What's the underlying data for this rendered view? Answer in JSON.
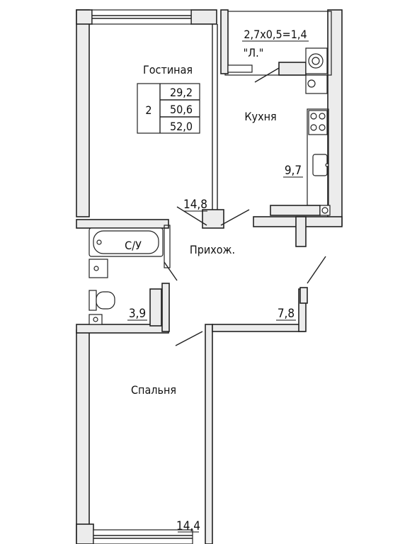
{
  "rooms": {
    "living": {
      "name": "Гостиная",
      "area": "14,8"
    },
    "kitchen": {
      "name": "Кухня",
      "area": "9,7"
    },
    "hall": {
      "name": "Прихож.",
      "area": "7,8"
    },
    "bathroom": {
      "name": "С/У",
      "area": "3,9"
    },
    "bedroom": {
      "name": "Спальня",
      "area": "14,4"
    }
  },
  "balcony": {
    "formula": "2,7x0,5=1,4",
    "mark": "\"Л.\""
  },
  "summary": {
    "rooms_count": "2",
    "living_area": "29,2",
    "total_area": "50,6",
    "area_with_balcony": "52,0"
  }
}
